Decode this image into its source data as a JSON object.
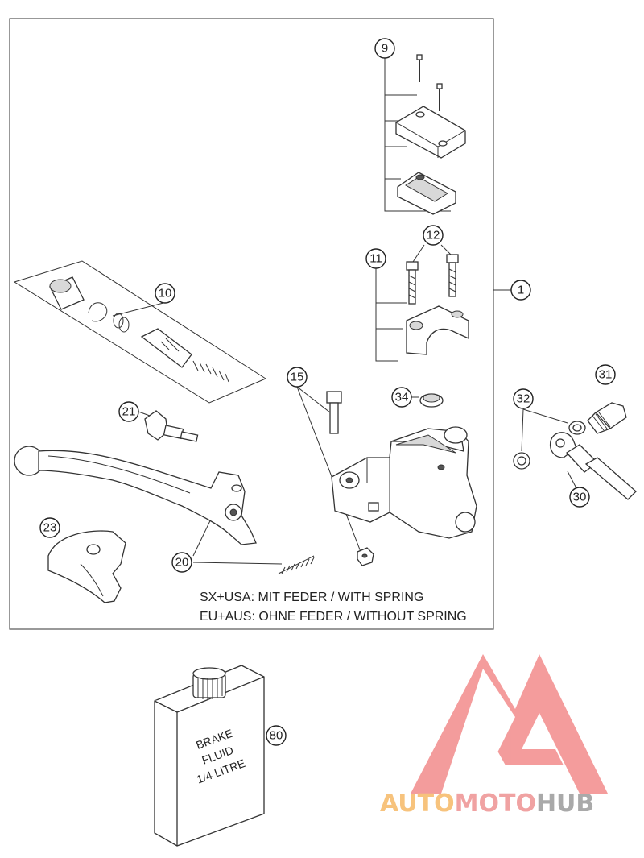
{
  "callouts": [
    {
      "id": "c9",
      "label": "9"
    },
    {
      "id": "c12",
      "label": "12"
    },
    {
      "id": "c11",
      "label": "11"
    },
    {
      "id": "c1",
      "label": "1"
    },
    {
      "id": "c10",
      "label": "10"
    },
    {
      "id": "c15",
      "label": "15"
    },
    {
      "id": "c34",
      "label": "34"
    },
    {
      "id": "c31",
      "label": "31"
    },
    {
      "id": "c32",
      "label": "32"
    },
    {
      "id": "c21",
      "label": "21"
    },
    {
      "id": "c30",
      "label": "30"
    },
    {
      "id": "c23",
      "label": "23"
    },
    {
      "id": "c20",
      "label": "20"
    },
    {
      "id": "c80",
      "label": "80"
    }
  ],
  "notes": {
    "line1": "SX+USA:  MIT FEDER / WITH SPRING",
    "line2": "EU+AUS:  OHNE FEDER / WITHOUT SPRING"
  },
  "fluid_label": {
    "line1": "BRAKE",
    "line2": "FLUID",
    "line3": "1/4 LITRE"
  },
  "logo": {
    "part1": "AUTO",
    "part2": "MOTO",
    "part3": "HUB",
    "colors": {
      "auto": "#f7c37d",
      "moto": "#f0a2a2",
      "hub": "#a9a9a9",
      "mark": "#f28b8b"
    }
  }
}
